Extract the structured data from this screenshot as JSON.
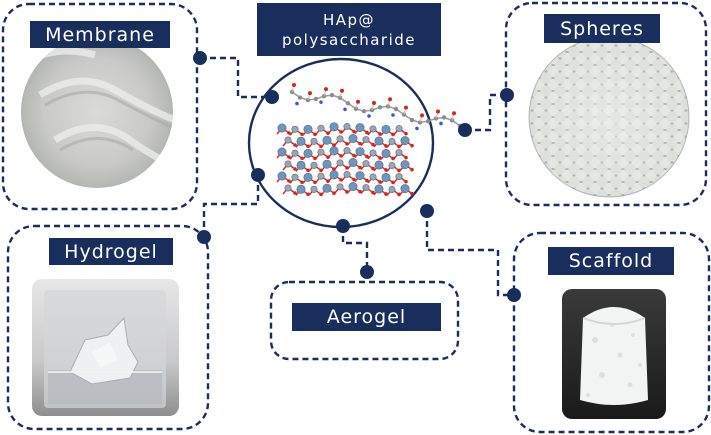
{
  "center": {
    "line1": "HAp@",
    "line2": "polysaccharide",
    "image": "hydroxyapatite-polysaccharide-molecular-structure"
  },
  "nodes": {
    "membrane": {
      "label": "Membrane",
      "image": "membrane-photo"
    },
    "spheres": {
      "label": "Spheres",
      "image": "spheres-photo"
    },
    "hydrogel": {
      "label": "Hydrogel",
      "image": "hydrogel-photo"
    },
    "aerogel": {
      "label": "Aerogel"
    },
    "scaffold": {
      "label": "Scaffold",
      "image": "scaffold-photo"
    }
  },
  "colors": {
    "navy": "#1a2e5e",
    "connector": "#1a2e5e",
    "oxygen": "#d9241c",
    "calcium": "#6f95b8",
    "phosphorus": "#9aa6b2"
  }
}
